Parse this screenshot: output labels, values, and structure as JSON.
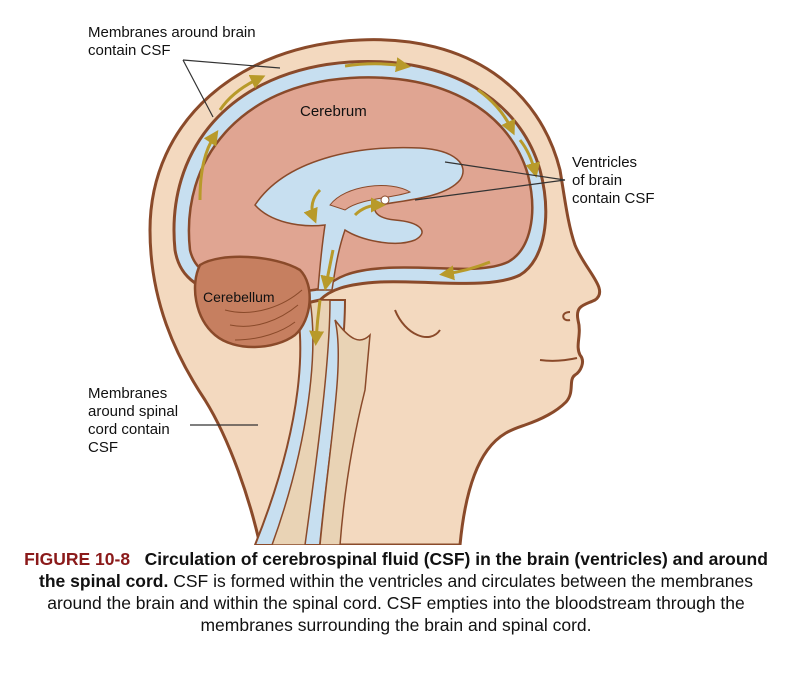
{
  "labels": {
    "membranes_brain": "Membranes around brain\ncontain CSF",
    "cerebrum": "Cerebrum",
    "ventricles": "Ventricles\nof brain\ncontain CSF",
    "cerebellum": "Cerebellum",
    "membranes_spinal": "Membranes\naround spinal\ncord contain\nCSF"
  },
  "caption": {
    "figure_number": "FIGURE 10-8",
    "title": "Circulation of cerebrospinal fluid (CSF) in the brain (ventricles) and around the spinal cord.",
    "body": "CSF is formed within the ventricles and circulates between the membranes around the brain and within the spinal cord. CSF empties into the bloodstream through the membranes surrounding the brain and spinal cord."
  },
  "colors": {
    "skin": "#f3d9bf",
    "outline": "#8a4a2a",
    "csf": "#c7dff0",
    "brain": "#e0a592",
    "cerebellum": "#c67f60",
    "spine": "#e9d3b5",
    "arrow": "#b89a2a",
    "figure_number": "#8b1a1a"
  }
}
